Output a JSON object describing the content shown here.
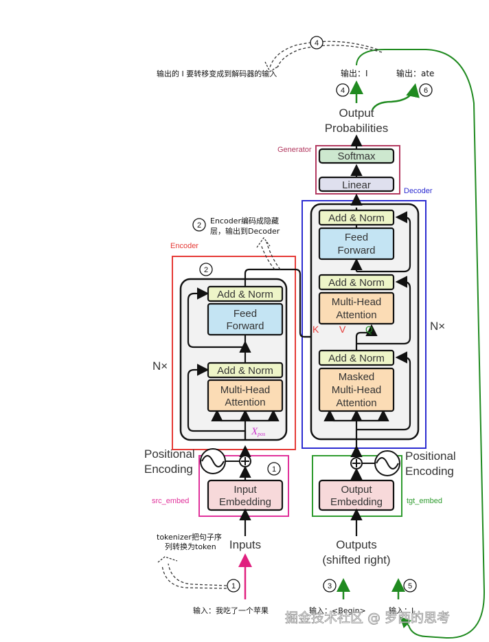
{
  "title": "Transformer architecture annotated with inference steps",
  "colors": {
    "encoder": "#e53935",
    "decoder": "#2b2bd1",
    "generator": "#b2385f",
    "src_embed": "#e0309a",
    "tgt_embed": "#2e9b2e",
    "green_arrow": "#1f8a1f",
    "pink_arrow": "#e0207f",
    "add_norm": "#eef5c8",
    "feed_forward": "#c4e4f3",
    "attention": "#fbdcb5",
    "embedding": "#f7d9da",
    "softmax": "#cde8cf",
    "linear": "#dfe0ee",
    "stack_bg": "#f2f2f2"
  },
  "groups": {
    "generator": "Generator",
    "decoder": "Decoder",
    "encoder": "Encoder",
    "src_embed": "src_embed",
    "tgt_embed": "tgt_embed"
  },
  "blocks": {
    "softmax": "Softmax",
    "linear": "Linear",
    "add_norm": "Add & Norm",
    "feed": "Feed",
    "forward": "Forward",
    "multi_head": "Multi-Head",
    "attention": "Attention",
    "masked": "Masked",
    "input": "Input",
    "output": "Output",
    "embedding": "Embedding"
  },
  "labels": {
    "output_line1": "Output",
    "output_line2": "Probabilities",
    "inputs": "Inputs",
    "outputs_line1": "Outputs",
    "outputs_line2": "(shifted right)",
    "positional": "Positional",
    "encoding": "Encoding",
    "nx": "N×",
    "k": "K",
    "v": "V",
    "q": "Q",
    "x_pos": "X",
    "x_pos_sub": "pos"
  },
  "annotations": {
    "output_i": "输出：I",
    "output_ate": "输出：ate",
    "output_to_decoder": "输出的 I 要转移变成到解码器的输入",
    "encoder_hidden_line1": "Encoder编码成隐藏",
    "encoder_hidden_line2": "层，输出到Decoder",
    "tokenizer_line1": "tokenizer把句子序",
    "tokenizer_line2": "列转换为token",
    "input_sentence": "输入：我吃了一个苹果",
    "input_begin": "输入：<Begin>",
    "input_i": "输入：I",
    "watermark": "掘金技术社区 @ 罗西的思考"
  },
  "steps": [
    "1",
    "2",
    "3",
    "4",
    "5",
    "6"
  ]
}
